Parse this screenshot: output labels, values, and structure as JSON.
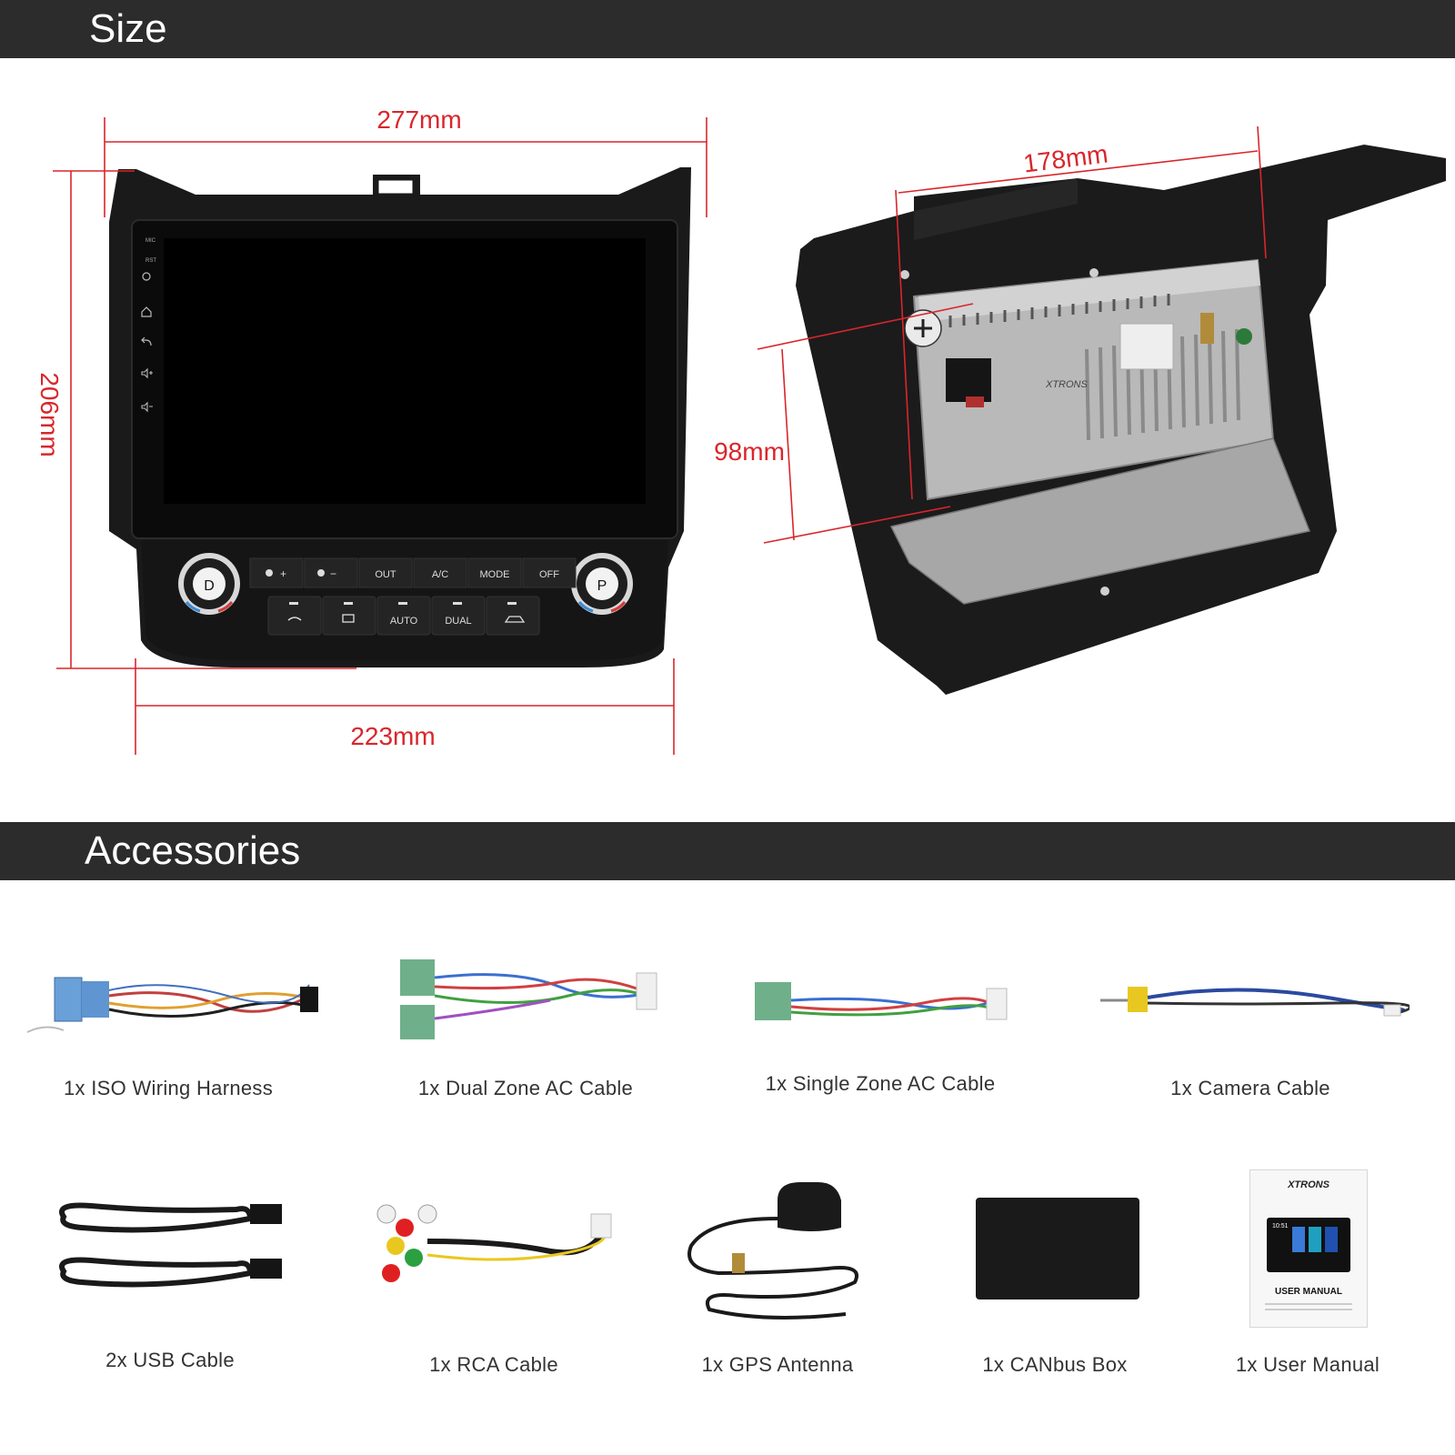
{
  "sections": {
    "size_title": "Size",
    "accessories_title": "Accessories"
  },
  "dimensions": {
    "width_top": "277mm",
    "height_left": "206mm",
    "width_bottom": "223mm",
    "back_width": "178mm",
    "back_height": "98mm"
  },
  "front_unit": {
    "side_labels": [
      "MIC",
      "RST"
    ],
    "knob_left": "D",
    "knob_right": "P",
    "buttons_row1": [
      "+",
      "−",
      "OUT",
      "A/C",
      "MODE",
      "OFF"
    ],
    "buttons_row2": [
      "",
      "",
      "AUTO",
      "DUAL",
      ""
    ]
  },
  "back_unit": {
    "brand": "XTRONS"
  },
  "accessories": [
    {
      "label": "1x ISO Wiring Harness"
    },
    {
      "label": "1x Dual Zone AC Cable"
    },
    {
      "label": "1x Single Zone AC Cable"
    },
    {
      "label": "1x Camera Cable"
    },
    {
      "label": "2x USB Cable"
    },
    {
      "label": "1x RCA Cable"
    },
    {
      "label": "1x GPS Antenna"
    },
    {
      "label": "1x CANbus Box"
    },
    {
      "label": "1x User Manual"
    }
  ],
  "manual": {
    "brand": "XTRONS",
    "time": "10:51",
    "title": "USER MANUAL"
  },
  "colors": {
    "header_bar": "#2c2c2c",
    "dimension_red": "#d9262b",
    "unit_black": "#141414"
  }
}
